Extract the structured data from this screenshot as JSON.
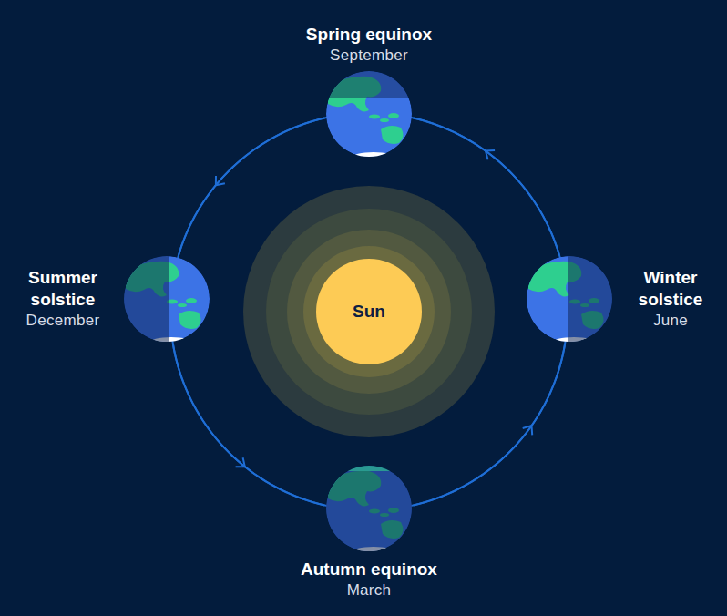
{
  "diagram": {
    "nodes": [
      {
        "text": [
          "Spring equinox",
          "September"
        ]
      },
      {
        "text": [
          "Summer solstice",
          "December"
        ]
      },
      {
        "text": [
          "Sun"
        ]
      },
      {
        "text": [
          "Winter solstice",
          "June"
        ]
      },
      {
        "text": [
          "Autumn equinox",
          "March"
        ]
      }
    ],
    "edges": [
      {
        "from": 3,
        "to": 0,
        "arrow": "to"
      },
      {
        "from": 0,
        "to": 1,
        "arrow": "to"
      },
      {
        "from": 1,
        "to": 4,
        "arrow": "to"
      },
      {
        "from": 4,
        "to": 3,
        "arrow": "to"
      }
    ]
  }
}
